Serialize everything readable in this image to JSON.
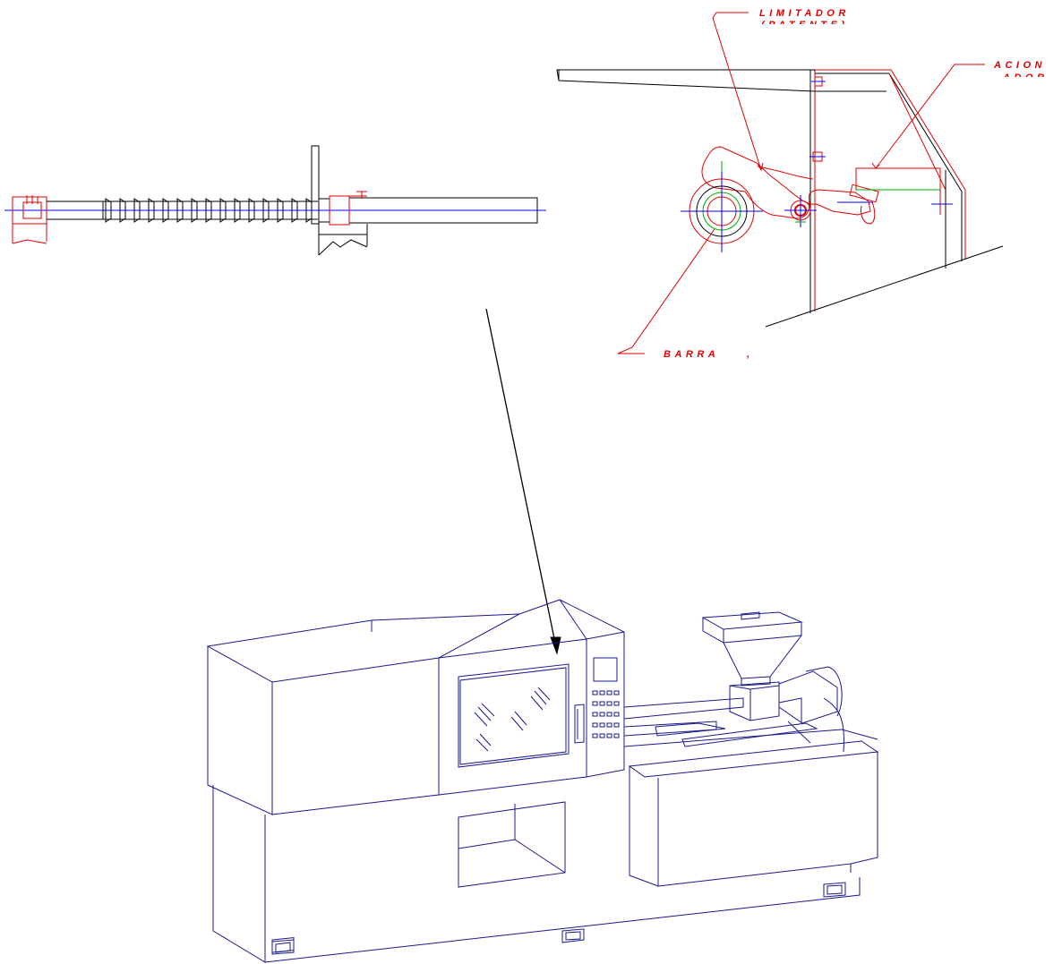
{
  "colors": {
    "machine": "#1a1a8c",
    "detail": "#e00000",
    "axis": "#0000ff",
    "green": "#00aa00",
    "black": "#000000"
  },
  "labels": {
    "limitador": "LIMITADOR",
    "limitador_sub": "(PATENTE)",
    "acionador": "ACION",
    "acionador_sub": "ADOR",
    "barra": "BARRA",
    "barra_mark": ","
  }
}
